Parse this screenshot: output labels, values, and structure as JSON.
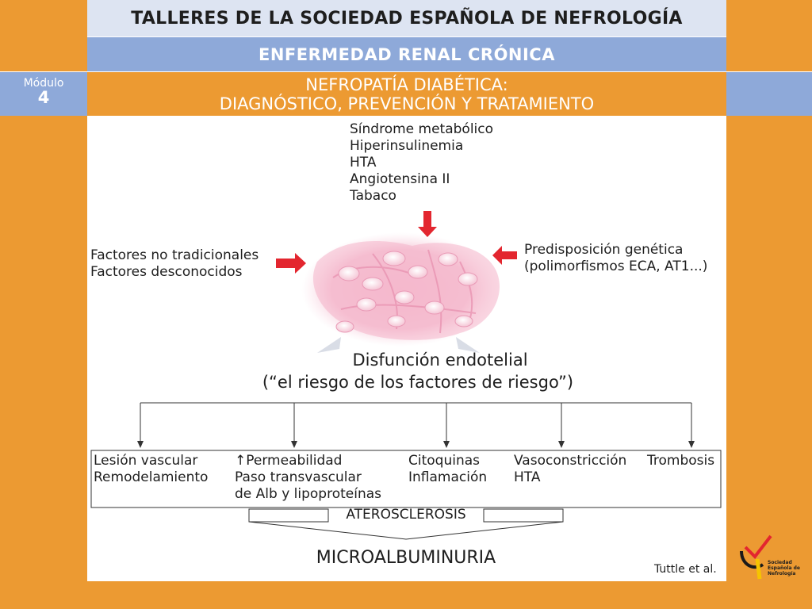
{
  "header": {
    "line1": "TALLERES DE LA SOCIEDAD ESPAÑOLA DE NEFROLOGÍA",
    "line2": "ENFERMEDAD RENAL CRÓNICA"
  },
  "module": {
    "label": "Módulo",
    "number": "4"
  },
  "title": {
    "line1": "NEFROPATÍA DIABÉTICA:",
    "line2": "DIAGNÓSTICO, PREVENCIÓN  Y TRATAMIENTO"
  },
  "top_factors": [
    "Síndrome metabólico",
    "Hiperinsulinemia",
    "HTA",
    "Angiotensina II",
    "Tabaco"
  ],
  "left_factors": [
    "Factores no tradicionales",
    "Factores desconocidos"
  ],
  "right_factors": [
    "Predisposición genética",
    "(polimorfismos ECA, AT1...)"
  ],
  "center": {
    "title": "Disfunción endotelial",
    "subtitle": "(“el riesgo de los factores de riesgo”)"
  },
  "effects": [
    {
      "lines": [
        "Lesión vascular",
        "Remodelamiento"
      ]
    },
    {
      "arrow": "↑",
      "lines": [
        "Permeabilidad",
        "Paso transvascular",
        "de Alb y lipoproteínas"
      ]
    },
    {
      "lines": [
        "Citoquinas",
        "Inflamación"
      ]
    },
    {
      "lines": [
        "Vasoconstricción",
        "HTA"
      ]
    },
    {
      "lines": [
        "Trombosis"
      ]
    }
  ],
  "atherosclerosis": "ATEROSCLEROSIS",
  "result": "MICROALBUMINURIA",
  "citation": "Tuttle et al.",
  "logo": {
    "lines": [
      "Sociedad",
      "Española de",
      "Nefrología"
    ]
  },
  "colors": {
    "orange": "#ec9a32",
    "blue": "#8ea9d9",
    "light_blue": "#dde4f2",
    "arrow_red": "#e3262f",
    "cell_pink": "#f2a9c2"
  }
}
